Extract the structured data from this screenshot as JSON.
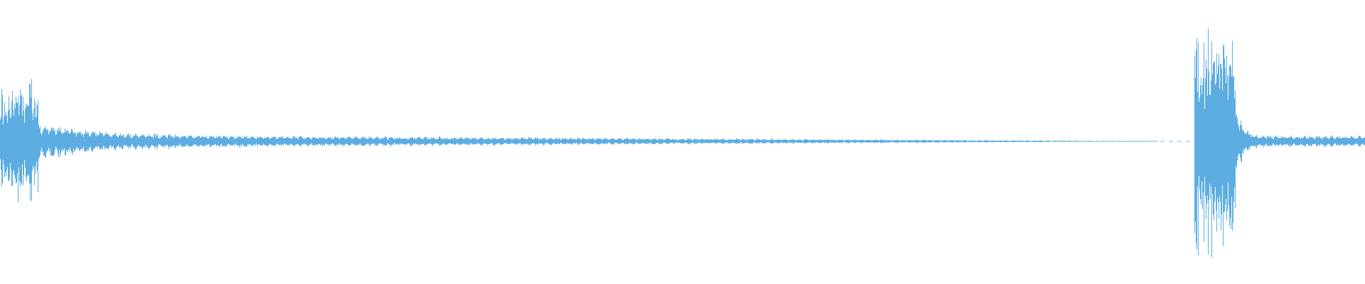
{
  "waveform": {
    "color": "#5dade2",
    "background": "#ffffff",
    "segments": [
      {
        "kind": "decaying-burst",
        "start": 0.0,
        "end": 0.848,
        "peak": 0.48,
        "sustain": 0.06,
        "attack_end": 0.028
      },
      {
        "kind": "silence",
        "start": 0.848,
        "end": 0.875
      },
      {
        "kind": "decaying-burst",
        "start": 0.875,
        "end": 1.0,
        "peak": 0.95,
        "sustain": 0.05,
        "attack_end": 0.905
      }
    ]
  }
}
